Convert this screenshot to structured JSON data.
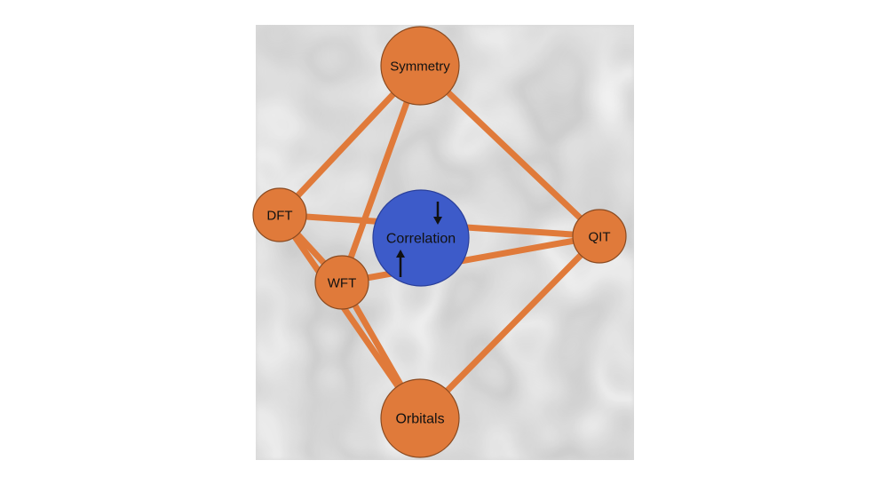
{
  "diagram": {
    "nodes": [
      {
        "id": "symmetry",
        "label": "Symmetry",
        "kind": "outer"
      },
      {
        "id": "dft",
        "label": "DFT",
        "kind": "outer"
      },
      {
        "id": "correlation",
        "label": "Correlation",
        "kind": "center"
      },
      {
        "id": "qit",
        "label": "QIT",
        "kind": "outer"
      },
      {
        "id": "wft",
        "label": "WFT",
        "kind": "outer"
      },
      {
        "id": "orbitals",
        "label": "Orbitals",
        "kind": "outer"
      }
    ],
    "edges": [
      [
        "symmetry",
        "dft"
      ],
      [
        "symmetry",
        "wft"
      ],
      [
        "symmetry",
        "qit"
      ],
      [
        "dft",
        "qit"
      ],
      [
        "dft",
        "wft"
      ],
      [
        "dft",
        "orbitals"
      ],
      [
        "wft",
        "qit"
      ],
      [
        "wft",
        "orbitals"
      ],
      [
        "qit",
        "orbitals"
      ]
    ],
    "colors": {
      "node_outer": "#e07a3a",
      "node_center": "#3d5bc9",
      "edge": "#e07a3a",
      "outline": "#8a4a20",
      "arrow": "#111111",
      "background": "#d8d8d8"
    },
    "spin_arrows": [
      "down-arrow",
      "up-arrow"
    ]
  }
}
